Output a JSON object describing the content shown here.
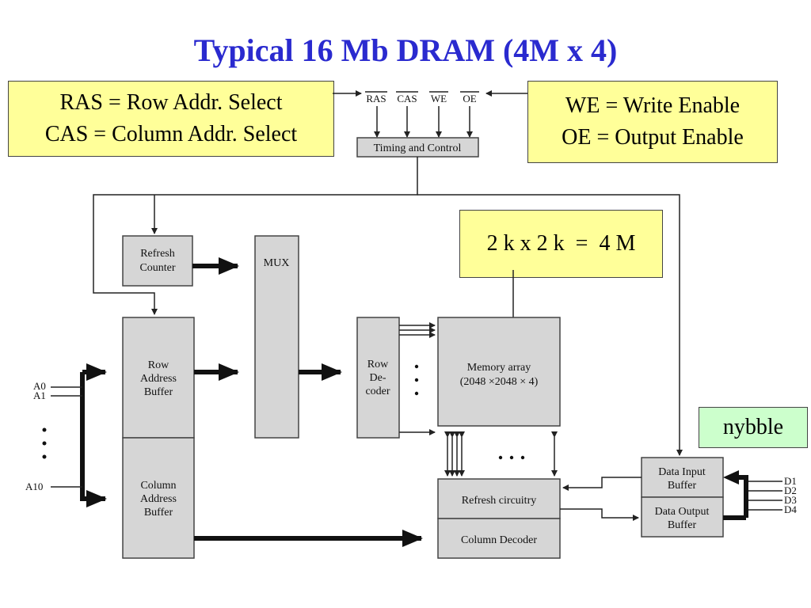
{
  "title": "Typical 16 Mb DRAM (4M x 4)",
  "callouts": {
    "ras_cas": [
      "RAS = Row Addr. Select",
      "CAS = Column Addr. Select"
    ],
    "we_oe": [
      "WE = Write Enable",
      "OE = Output Enable"
    ],
    "size": "2 k x 2 k  =  4 M",
    "nybble": "nybble"
  },
  "control_pins": [
    "RAS",
    "CAS",
    "WE",
    "OE"
  ],
  "blocks": {
    "timing": "Timing and Control",
    "refresh_counter": [
      "Refresh",
      "Counter"
    ],
    "mux": "MUX",
    "row_addr_buffer": [
      "Row",
      "Address",
      "Buffer"
    ],
    "col_addr_buffer": [
      "Column",
      "Address",
      "Buffer"
    ],
    "row_decoder": [
      "Row",
      "De-",
      "coder"
    ],
    "memory_array": [
      "Memory array",
      "(2048 ×2048 × 4)"
    ],
    "refresh_circuitry": "Refresh circuitry",
    "column_decoder": "Column Decoder",
    "data_input_buffer": [
      "Data Input",
      "Buffer"
    ],
    "data_output_buffer": [
      "Data Output",
      "Buffer"
    ]
  },
  "address_pins": [
    "A0",
    "A1",
    "A10"
  ],
  "data_pins": [
    "D1",
    "D2",
    "D3",
    "D4"
  ]
}
